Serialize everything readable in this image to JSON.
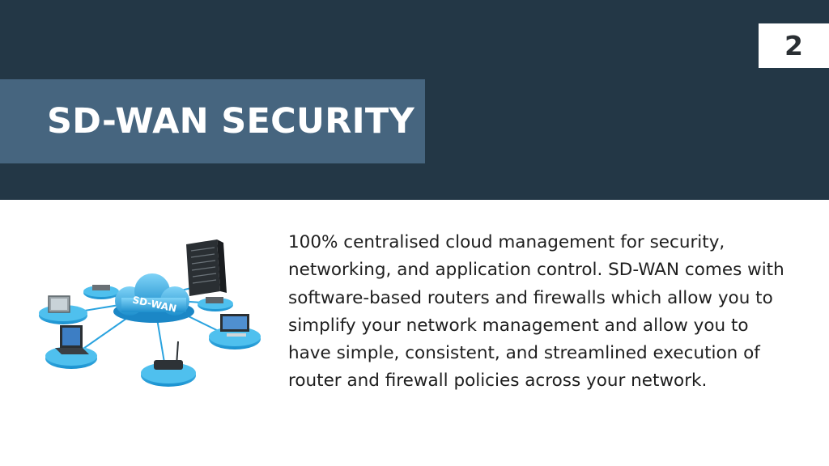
{
  "slide": {
    "title": "SD-WAN SECURITY",
    "page_number": "2",
    "body": "100% centralised cloud management for security, networking, and application control. SD-WAN comes with software-based routers and firewalls which allow you to simplify your network management and allow you to have simple, consistent, and streamlined execution of router and firewall policies across your network."
  },
  "illustration": {
    "cloud_label": "SD-WAN",
    "icons": [
      "cloud-icon",
      "server-rack-icon",
      "laptop-icon",
      "desktop-monitor-icon",
      "router-icon",
      "tablet-icon",
      "printer-icon"
    ]
  },
  "colors": {
    "header_band": "#233746",
    "title_box": "#46657f",
    "text": "#1e1e1e",
    "platform_blue": "#29a9e1"
  }
}
